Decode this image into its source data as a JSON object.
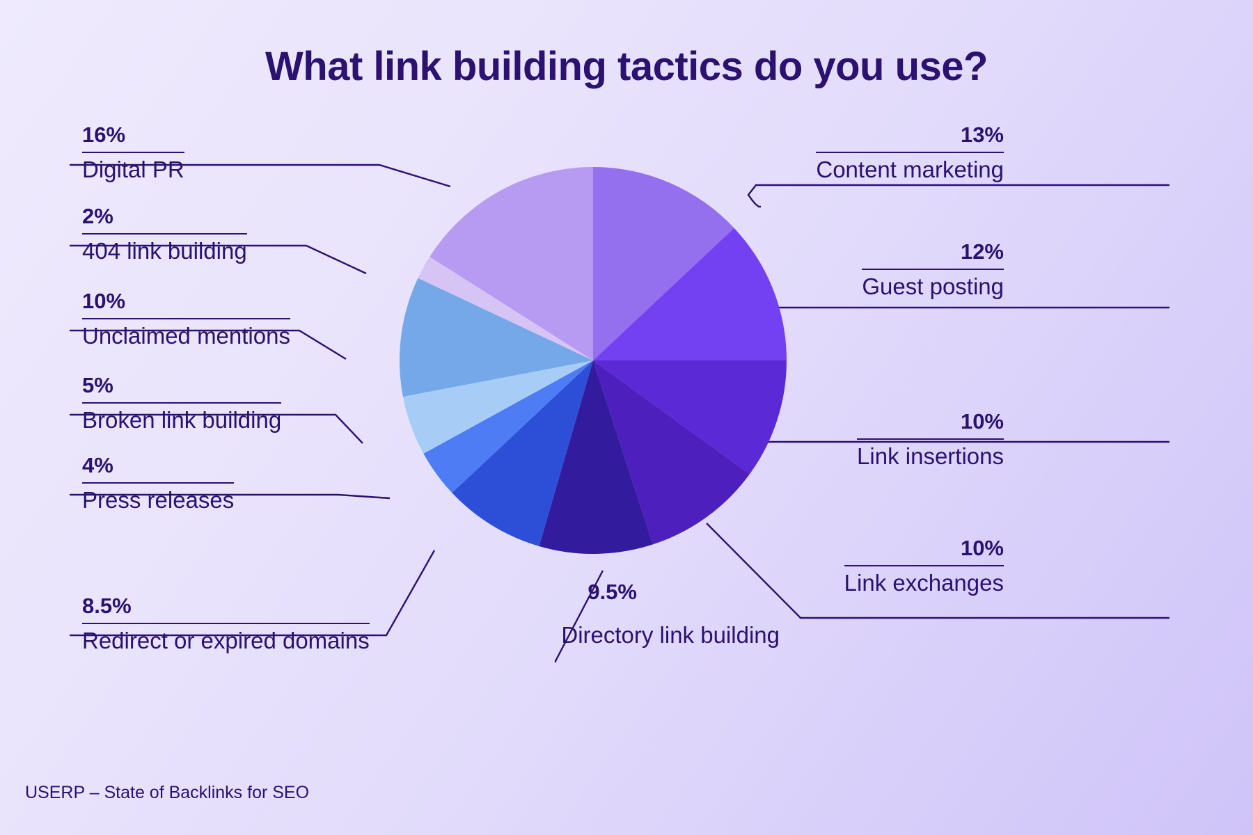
{
  "title": "What link building tactics do you use?",
  "footer": "USERP – State of Backlinks for SEO",
  "colors": {
    "text": "#2b1170",
    "background_start": "#efeafd",
    "background_end": "#cfc4f8"
  },
  "chart_data": {
    "type": "pie",
    "title": "What link building tactics do you use?",
    "source": "USERP – State of Backlinks for SEO",
    "start_angle_deg": 0,
    "direction": "clockwise",
    "legend": "callout-labels",
    "categories": [
      "Content marketing",
      "Guest posting",
      "Link insertions",
      "Link exchanges",
      "Directory link building",
      "Redirect or expired domains",
      "Press releases",
      "Broken link building",
      "Unclaimed mentions",
      "404 link building",
      "Digital PR"
    ],
    "values": [
      13,
      12,
      10,
      10,
      9.5,
      8.5,
      4,
      5,
      10,
      2,
      16
    ],
    "value_labels": [
      "13%",
      "12%",
      "10%",
      "10%",
      "9.5%",
      "8.5%",
      "4%",
      "5%",
      "10%",
      "2%",
      "16%"
    ],
    "colors": [
      "#9470ef",
      "#7341f2",
      "#5b2ad6",
      "#4d20bd",
      "#331b9e",
      "#2d4fd8",
      "#4d7cf5",
      "#a7cdf7",
      "#74a8e8",
      "#d6c4f5",
      "#b79bf2"
    ]
  },
  "callouts": [
    {
      "pct": "13%",
      "name": "Content marketing"
    },
    {
      "pct": "12%",
      "name": "Guest posting"
    },
    {
      "pct": "10%",
      "name": "Link insertions"
    },
    {
      "pct": "10%",
      "name": "Link exchanges"
    },
    {
      "pct": "9.5%",
      "name": "Directory link building"
    },
    {
      "pct": "8.5%",
      "name": "Redirect or expired domains"
    },
    {
      "pct": "4%",
      "name": "Press releases"
    },
    {
      "pct": "5%",
      "name": "Broken link building"
    },
    {
      "pct": "10%",
      "name": "Unclaimed mentions"
    },
    {
      "pct": "2%",
      "name": "404 link building"
    },
    {
      "pct": "16%",
      "name": "Digital PR"
    }
  ]
}
